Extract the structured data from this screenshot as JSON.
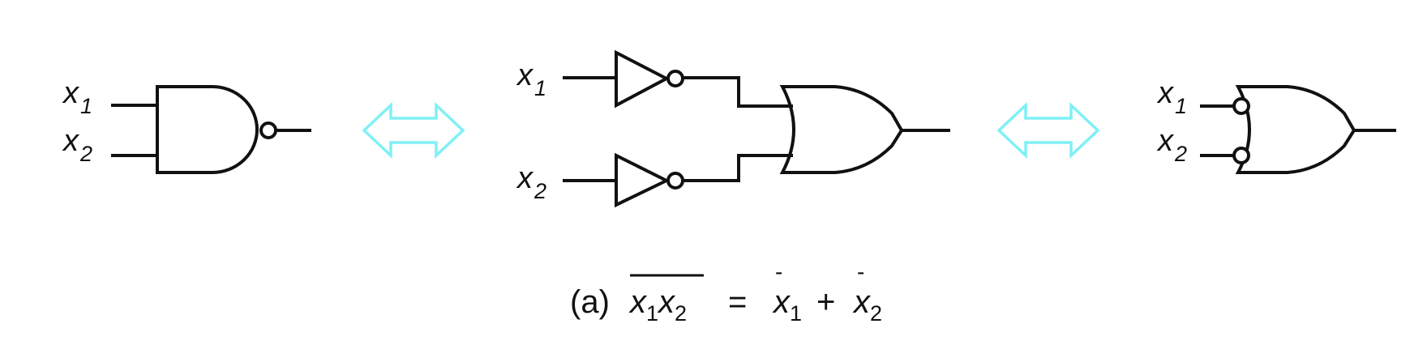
{
  "colors": {
    "line": "#111111",
    "equivalence_arrow": "#7ff0f5"
  },
  "left_nand": {
    "inputs": [
      {
        "var": "x",
        "sub": "1"
      },
      {
        "var": "x",
        "sub": "2"
      }
    ]
  },
  "middle_circuit": {
    "inputs": [
      {
        "var": "x",
        "sub": "1"
      },
      {
        "var": "x",
        "sub": "2"
      }
    ]
  },
  "right_or": {
    "inputs": [
      {
        "var": "x",
        "sub": "1"
      },
      {
        "var": "x",
        "sub": "2"
      }
    ]
  },
  "caption": {
    "prefix": "(a)",
    "lhs": [
      {
        "var": "x",
        "sub": "1"
      },
      {
        "var": "x",
        "sub": "2"
      }
    ],
    "equals": "=",
    "rhs_terms": [
      {
        "var": "x",
        "sub": "1"
      },
      {
        "var": "x",
        "sub": "2"
      }
    ],
    "plus": "+",
    "bar": "-"
  },
  "icons": {
    "equivalence_left": "double-headed-arrow-icon",
    "equivalence_right": "double-headed-arrow-icon"
  }
}
